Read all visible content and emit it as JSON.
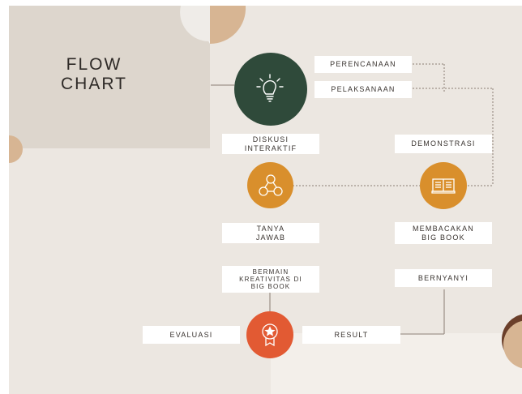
{
  "title": {
    "line1": "FLOW",
    "line2": "CHART"
  },
  "nodes": [
    {
      "id": "idea",
      "icon": "lightbulb-icon",
      "color": "#2f4a3a"
    },
    {
      "id": "discussion",
      "icon": "people-network-icon",
      "color": "#d98f2c"
    },
    {
      "id": "book",
      "icon": "open-book-icon",
      "color": "#d98f2c"
    },
    {
      "id": "award",
      "icon": "award-badge-icon",
      "color": "#e25a33"
    }
  ],
  "labels": {
    "perencanaan": "PERENCANAAN",
    "pelaksanaan": "PELAKSANAAN",
    "diskusi": "DISKUSI\nINTERAKTIF",
    "demonstrasi": "DEMONSTRASI",
    "tanya": "TANYA\nJAWAB",
    "membacakan": "MEMBACAKAN\nBIG BOOK",
    "bermain": "BERMAIN\nKREATIVITAS DI\nBIG BOOK",
    "bernyanyi": "BERNYANYI",
    "evaluasi": "EVALUASI",
    "result": "RESULT"
  },
  "colors": {
    "background": "#ece7e1",
    "title_panel": "#ddd6cd",
    "accent_tan": "#d7b593",
    "accent_brown": "#6b3f2a",
    "line": "#8a7e74"
  }
}
